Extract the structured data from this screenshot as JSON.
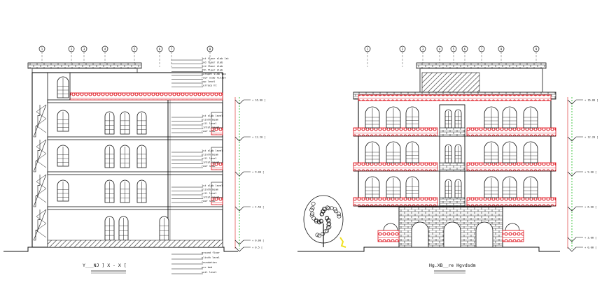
{
  "colors": {
    "line": "#111111",
    "railing": "#e0141e",
    "level_dim": "#18b818",
    "level_line": "#d81a1a",
    "hatch": "#222222",
    "tree_accent": "#f0e020"
  },
  "section": {
    "caption": "Y___NJ ] X - X [",
    "grid_bubbles": [
      "1",
      "2",
      "3",
      "4",
      "5",
      "6",
      "7",
      "8"
    ],
    "levels": [
      "+ 16.00 [",
      "+ 12.20 [",
      "+ 9.00 [",
      "+ 4.50 [",
      "+ 0.00 [",
      "+ 0.5 ["
    ],
    "notes_top": [
      "1st floor slab 1st ",
      "2nd floor slab ",
      "3rd floor slab ",
      "4th floor slab ",
      "parapet slab top ",
      "roof slab finish ",
      "top level ",
      "terrace ht "
    ],
    "notes_floor": [
      "1st slab level ",
      "plinth beam ",
      "sill level ",
      "lintel level ",
      "roof slab "
    ],
    "notes_bottom": [
      "ground floor ",
      "plinth level ",
      "foundation ",
      "pcc bed ",
      "soil level "
    ]
  },
  "elevation": {
    "caption": "Hg.XB__re Hgvdsdm",
    "grid_bubbles": [
      "1",
      "2",
      "3",
      "4",
      "5",
      "6",
      "7",
      "8",
      "9"
    ],
    "levels": [
      "+ 16.00 [",
      "+ 12.20 [",
      "+ 9.00 [",
      "+ 6.00 [",
      "+ 3.00 [",
      "+ 0.00 ["
    ]
  }
}
